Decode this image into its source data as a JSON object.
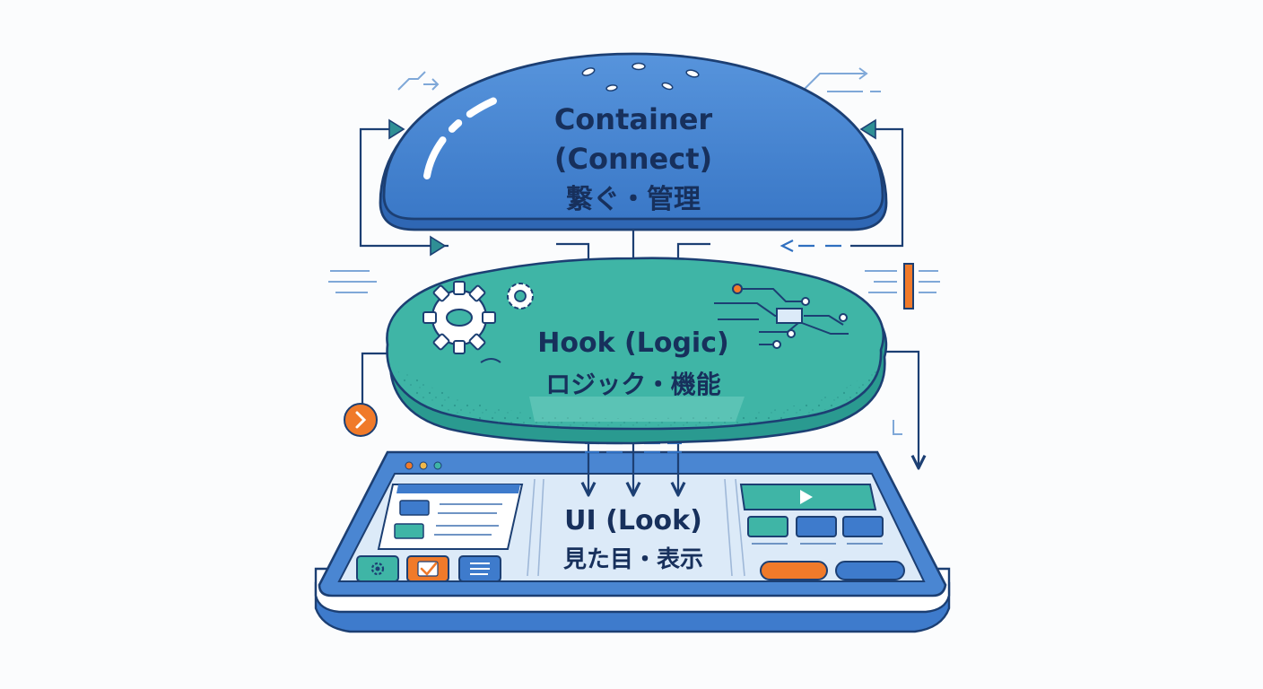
{
  "layers": {
    "container": {
      "title": "Container",
      "subtitle": "(Connect)",
      "caption": "繋ぐ・管理"
    },
    "hook": {
      "title": "Hook (Logic)",
      "caption": "ロジック・機能"
    },
    "ui": {
      "title": "UI (Look)",
      "caption": "見た目・表示"
    }
  },
  "colors": {
    "container_blue": "#3f7fcf",
    "hook_teal": "#3fb5a6",
    "ui_panel": "#dceaf8",
    "outline": "#1c3f73",
    "accent_orange": "#f07a2a"
  },
  "icons": [
    "gear-icon",
    "gear-small-icon",
    "circuit-icon",
    "play-icon",
    "checkmark-icon",
    "list-icon",
    "chevron-right-icon"
  ]
}
